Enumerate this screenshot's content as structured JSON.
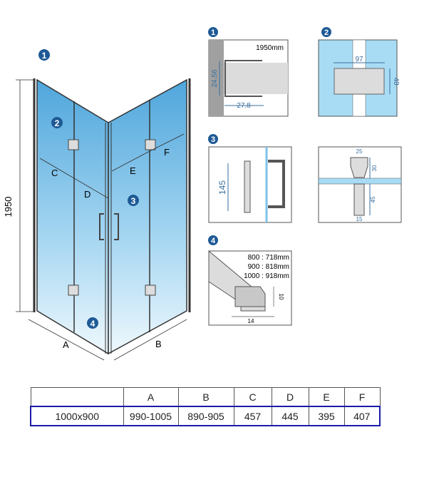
{
  "main_view": {
    "height_label": "1950",
    "dim_labels": {
      "A": "A",
      "B": "B",
      "C": "C",
      "D": "D",
      "E": "E",
      "F": "F"
    },
    "callouts": [
      "1",
      "2",
      "3",
      "4"
    ]
  },
  "details": {
    "d1": {
      "number": "1",
      "height": "1950mm",
      "dim_vertical": "24.56",
      "dim_horizontal": "27.8"
    },
    "d2": {
      "number": "2",
      "width": "97",
      "height": "48"
    },
    "d3": {
      "number": "3",
      "length": "145"
    },
    "d3b": {
      "top_width": "25",
      "top_height": "30",
      "bottom_height": "45",
      "bottom_width": "15"
    },
    "d4": {
      "number": "4",
      "sizes": [
        "800 : 718mm",
        "900 : 818mm",
        "1000 : 918mm"
      ],
      "height": "10",
      "width": "14"
    }
  },
  "table": {
    "headers": [
      "",
      "A",
      "B",
      "C",
      "D",
      "E",
      "F"
    ],
    "rows": [
      [
        "1000x900",
        "990-1005",
        "890-905",
        "457",
        "445",
        "395",
        "407"
      ]
    ]
  },
  "colors": {
    "glass": "#7ec3e8",
    "callout": "#1f5a96",
    "dim": "#3a6f9e",
    "highlight": "#1a1aa8"
  }
}
